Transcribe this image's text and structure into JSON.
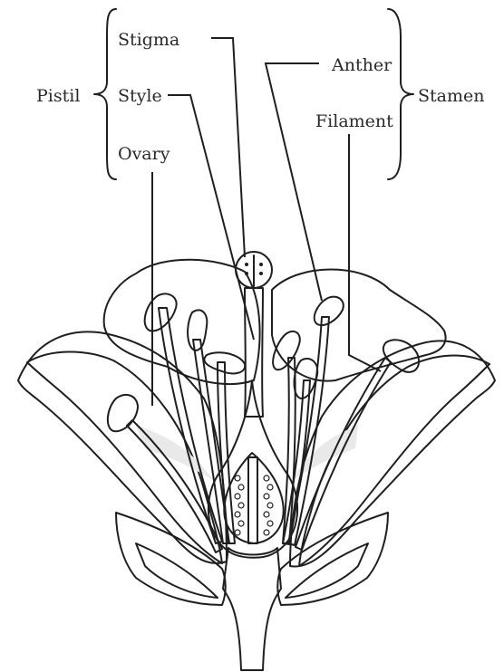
{
  "labels": {
    "stigma": "Stigma",
    "style": "Style",
    "ovary": "Ovary",
    "pistil": "Pistil",
    "anther": "Anther",
    "filament": "Filament",
    "stamen": "Stamen"
  },
  "colors": {
    "petal": "#e6e6e6",
    "petal_light": "#f6f6f6",
    "pistil": "#8f8f8f",
    "pistil_light": "#bdbdbd",
    "anther": "#9a9a9a",
    "sepal": "#6a6a6a",
    "sepal_dark": "#4a4a4a",
    "stem": "#9c9c9c",
    "ink": "#1f1f1f"
  }
}
